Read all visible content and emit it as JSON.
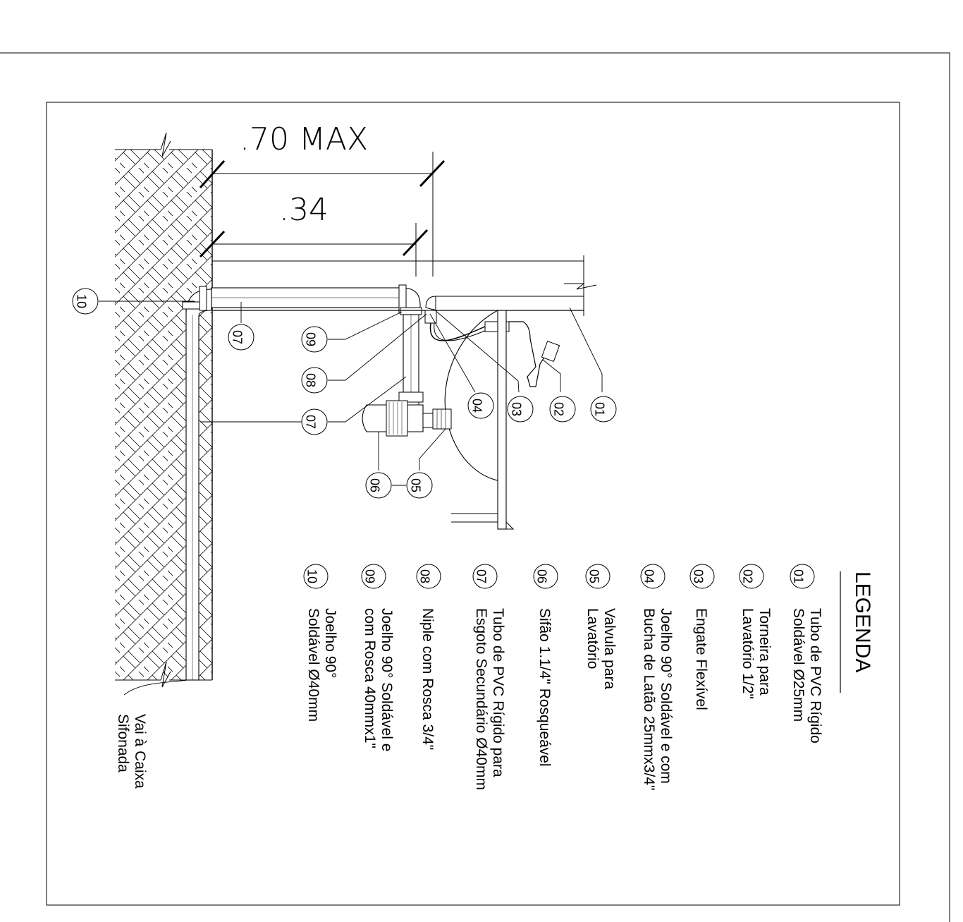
{
  "dimensions": {
    "overall": ".70 MAX",
    "lower": ".34"
  },
  "legend": {
    "title": "LEGENDA",
    "items": [
      {
        "num": "01",
        "line1": "Tubo de PVC Rígido",
        "line2": "Soldável Ø25mm"
      },
      {
        "num": "02",
        "line1": "Torneira para",
        "line2": "Lavatório 1/2\""
      },
      {
        "num": "03",
        "line1": "Engate Flexível",
        "line2": ""
      },
      {
        "num": "04",
        "line1": "Joelho 90° Soldável e com",
        "line2": "Bucha de Latão 25mmx3/4\""
      },
      {
        "num": "05",
        "line1": "Valvula para",
        "line2": "Lavatório"
      },
      {
        "num": "06",
        "line1": "Sifão  1.1/4\" Rosqueável",
        "line2": ""
      },
      {
        "num": "07",
        "line1": "Tubo de PVC Rígido para",
        "line2": "Esgoto Secundário Ø40mm"
      },
      {
        "num": "08",
        "line1": "Niple com Rosca 3/4\"",
        "line2": ""
      },
      {
        "num": "09",
        "line1": "Joelho 90° Soldável e",
        "line2": "com Rosca 40mmx1\""
      },
      {
        "num": "10",
        "line1": "Joelho 90°",
        "line2": "Soldável Ø40mm"
      }
    ]
  },
  "callouts": {
    "c10": "10",
    "c07a": "07",
    "c09": "09",
    "c08": "08",
    "c07b": "07",
    "c04": "04",
    "c03": "03",
    "c02": "02",
    "c01": "01",
    "c06": "06",
    "c05": "05"
  },
  "note": {
    "line1": "Vai à Caixa",
    "line2": "Sifonada"
  }
}
